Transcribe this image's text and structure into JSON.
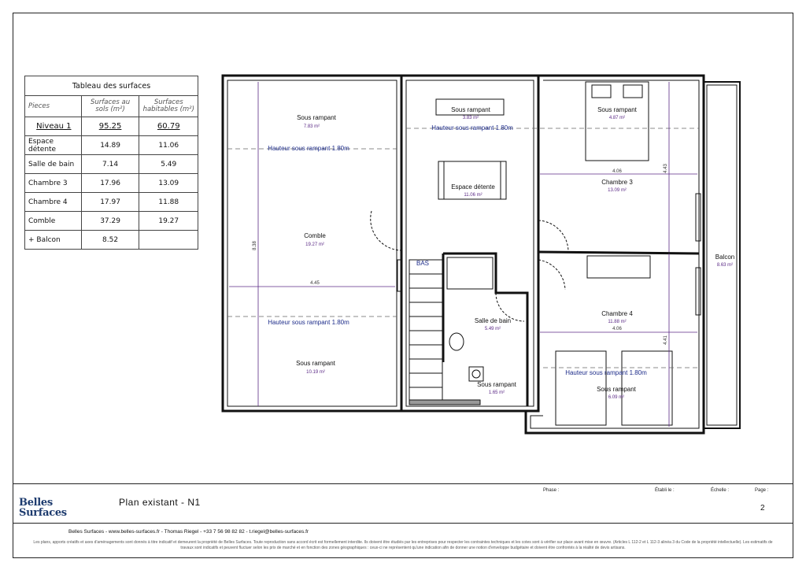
{
  "table": {
    "title": "Tableau des surfaces",
    "headers": [
      "Pieces",
      "Surfaces au sols (m²)",
      "Surfaces habitables (m²)"
    ],
    "rows": [
      {
        "name": "Niveau 1",
        "sol": "95.25",
        "hab": "60.79"
      },
      {
        "name": "Espace détente",
        "sol": "14.89",
        "hab": "11.06"
      },
      {
        "name": "Salle de bain",
        "sol": "7.14",
        "hab": "5.49"
      },
      {
        "name": "Chambre 3",
        "sol": "17.96",
        "hab": "13.09"
      },
      {
        "name": "Chambre 4",
        "sol": "17.97",
        "hab": "11.88"
      },
      {
        "name": "Comble",
        "sol": "37.29",
        "hab": "19.27"
      },
      {
        "name": "+ Balcon",
        "sol": "8.52",
        "hab": ""
      }
    ]
  },
  "plan": {
    "rooms": [
      {
        "name": "Sous rampant",
        "area": "7.83 m²"
      },
      {
        "name": "Comble",
        "area": "19.27 m²"
      },
      {
        "name": "Sous rampant",
        "area": "10.19 m²"
      },
      {
        "name": "Sous rampant",
        "area": "3.83 m²"
      },
      {
        "name": "Espace détente",
        "area": "11.06 m²"
      },
      {
        "name": "Salle de bain",
        "area": "5.49 m²"
      },
      {
        "name": "Sous rampant",
        "area": "1.65 m²"
      },
      {
        "name": "Sous rampant",
        "area": "4.87 m²"
      },
      {
        "name": "Chambre 3",
        "area": "13.09 m²"
      },
      {
        "name": "Chambre 4",
        "area": "11.88 m²"
      },
      {
        "name": "Sous rampant",
        "area": "6.09 m²"
      },
      {
        "name": "Balcon",
        "area": "8.63 m²"
      }
    ],
    "height_note": "Hauteur sous rampant 1.80m",
    "dimensions": [
      "8.38",
      "4.45",
      "4.06",
      "4.43",
      "4.06",
      "4.41"
    ],
    "stair_label": "BAS"
  },
  "titleblock": {
    "logo_line1": "Belles",
    "logo_line2": "Surfaces",
    "plan_title": "Plan existant - N1",
    "phase_label": "Phase :",
    "etabli_label": "Établi le :",
    "echelle_label": "Échelle :",
    "page_label": "Page :",
    "page_value": "2",
    "contact": "Belles Surfaces - www.belles-surfaces.fr - Thomas Riegel - +33 7 56 98 82 82 - t.riegel@belles-surfaces.fr",
    "legal": "Les plans, apports créatifs et axes d'aménagements sont donnés à titre indicatif et demeurent la propriété de Belles Surfaces. Toute reproduction sans accord écrit est formellement interdite. Ils doivent être étudiés par les entreprises pour respecter les contraintes techniques et les cotes sont à vérifier sur place avant mise en œuvre. (Articles L 112-2 et L 112-3 alinéa 3 du Code de la propriété intellectuelle). Les estimatifs de travaux sont indicatifs et peuvent fluctuer selon les prix de marché et en fonction des zones géographiques : ceux-ci ne représentent qu'une indication afin de donner une notion d'enveloppe budgétaire et doivent être confrontés à la réalité de devis artisans."
  },
  "colors": {
    "dimension": "#5b2a86",
    "note": "#1d2c8a",
    "wall": "#111111",
    "frame": "#222222"
  }
}
